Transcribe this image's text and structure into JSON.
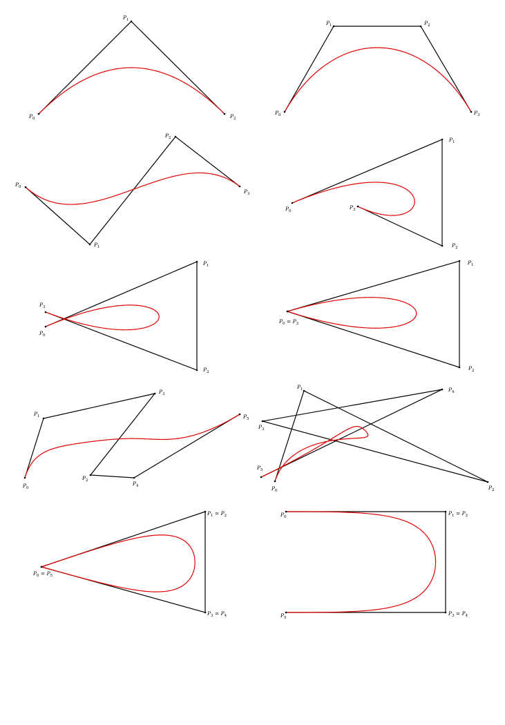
{
  "colors": {
    "control_polygon": "#000000",
    "curve": "#e00000"
  },
  "figures": [
    {
      "id": "quadratic-arch",
      "points": [
        {
          "label": "P",
          "sub": "0"
        },
        {
          "label": "P",
          "sub": "1"
        },
        {
          "label": "P",
          "sub": "2"
        }
      ]
    },
    {
      "id": "cubic-arch",
      "points": [
        {
          "label": "P",
          "sub": "0"
        },
        {
          "label": "P",
          "sub": "1"
        },
        {
          "label": "P",
          "sub": "2"
        },
        {
          "label": "P",
          "sub": "3"
        }
      ]
    },
    {
      "id": "cubic-s-curve",
      "points": [
        {
          "label": "P",
          "sub": "0"
        },
        {
          "label": "P",
          "sub": "1"
        },
        {
          "label": "P",
          "sub": "2"
        },
        {
          "label": "P",
          "sub": "3"
        }
      ]
    },
    {
      "id": "cubic-loop-open",
      "points": [
        {
          "label": "P",
          "sub": "0"
        },
        {
          "label": "P",
          "sub": "1"
        },
        {
          "label": "P",
          "sub": "2"
        },
        {
          "label": "P",
          "sub": "3"
        }
      ]
    },
    {
      "id": "cubic-loop-crossing",
      "points": [
        {
          "label": "P",
          "sub": "3"
        },
        {
          "label": "P",
          "sub": "1"
        },
        {
          "label": "P",
          "sub": "2"
        },
        {
          "label": "P",
          "sub": "0"
        }
      ]
    },
    {
      "id": "cubic-loop-closed",
      "points": [
        {
          "label": "P",
          "sub": "0",
          "suffix": " = P",
          "sub2": "3"
        },
        {
          "label": "P",
          "sub": "1"
        },
        {
          "label": "P",
          "sub": "2"
        }
      ]
    },
    {
      "id": "quintic-wave",
      "points": [
        {
          "label": "P",
          "sub": "0"
        },
        {
          "label": "P",
          "sub": "1"
        },
        {
          "label": "P",
          "sub": "3"
        },
        {
          "label": "P",
          "sub": "2"
        },
        {
          "label": "P",
          "sub": "4"
        },
        {
          "label": "P",
          "sub": "5"
        }
      ]
    },
    {
      "id": "quintic-tangle",
      "points": [
        {
          "label": "P",
          "sub": "0"
        },
        {
          "label": "P",
          "sub": "1"
        },
        {
          "label": "P",
          "sub": "2"
        },
        {
          "label": "P",
          "sub": "3"
        },
        {
          "label": "P",
          "sub": "4"
        },
        {
          "label": "P",
          "sub": "5"
        }
      ]
    },
    {
      "id": "quintic-teardrop",
      "points": [
        {
          "label": "P",
          "sub": "0",
          "suffix": " = P",
          "sub2": "5"
        },
        {
          "label": "P",
          "sub": "1",
          "suffix": " = P",
          "sub2": "2"
        },
        {
          "label": "P",
          "sub": "3",
          "suffix": " = P",
          "sub2": "4"
        }
      ]
    },
    {
      "id": "quintic-u-shape",
      "points": [
        {
          "label": "P",
          "sub": "0"
        },
        {
          "label": "P",
          "sub": "1",
          "suffix": " = P",
          "sub2": "2"
        },
        {
          "label": "P",
          "sub": "3",
          "suffix": " = P",
          "sub2": "4"
        },
        {
          "label": "P",
          "sub": "5"
        }
      ]
    }
  ]
}
